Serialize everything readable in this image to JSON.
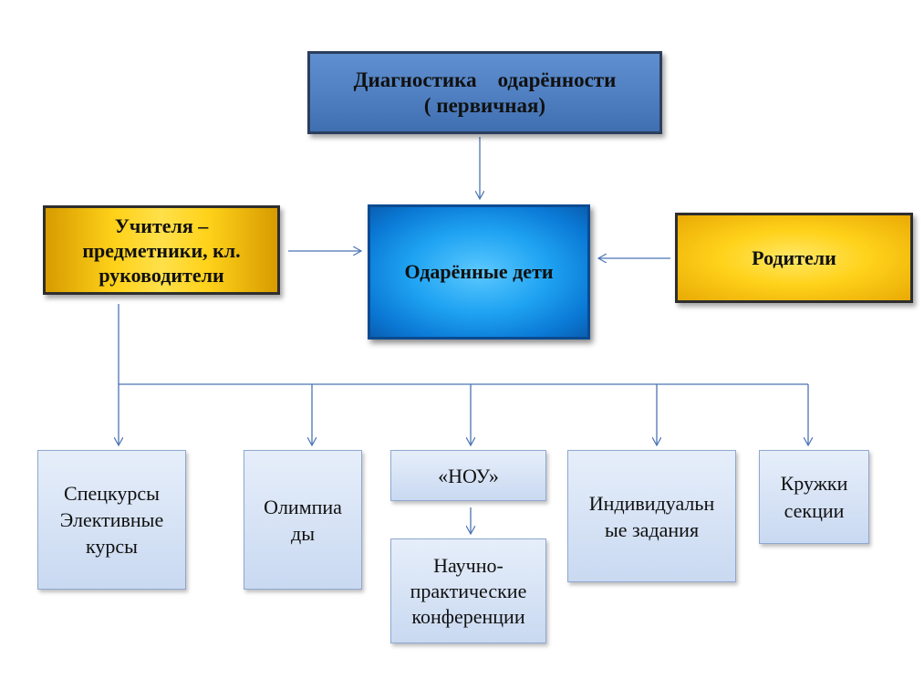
{
  "nodes": {
    "diagnostics": "Диагностика    одарённости\n( первичная)",
    "gifted_children": "Одарённые дети",
    "teachers": [
      "Учителя –",
      "предметники, кл.",
      "руководители"
    ],
    "parents": "Родители",
    "courses": [
      "Спецкурсы",
      "Элективные",
      "курсы"
    ],
    "olympiads": [
      "Олимпиа",
      "ды"
    ],
    "nou": "«НОУ»",
    "conferences": [
      "Научно-",
      "практические",
      "конференции"
    ],
    "individual_tasks": [
      "Индивидуальн",
      "ые задания"
    ],
    "clubs": [
      "Кружки",
      "секции"
    ]
  },
  "colors": {
    "connector": "#4a74b3",
    "diagnostics_fill": "#4f81bd",
    "gifted_fill": "#1fa3f2",
    "teachers_fill": "#ffd21a",
    "parents_fill": "#ffd21a",
    "activity_fill": "#c9d9f1"
  }
}
